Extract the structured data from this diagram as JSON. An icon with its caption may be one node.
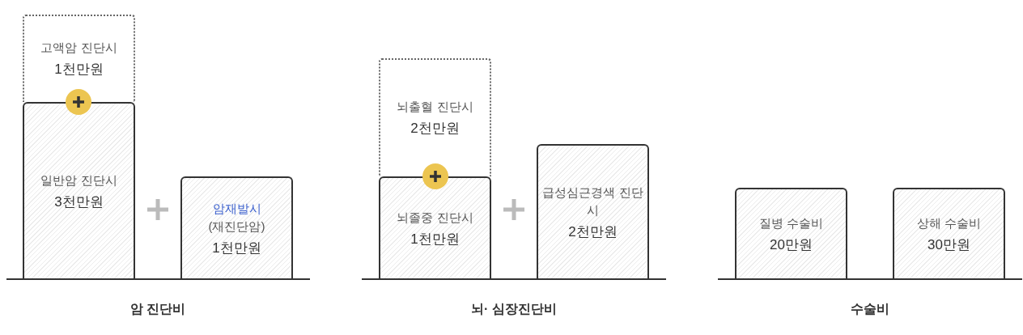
{
  "diagram": {
    "nodes": [
      {
        "text": [
          "고액암 진단시",
          "1천만원"
        ]
      },
      {
        "text": [
          "일반암 진단시",
          "3천만원"
        ]
      },
      {
        "text": [
          "암재발시",
          "(재진단암)",
          "1천만원"
        ]
      },
      {
        "text": [
          "뇌출혈 진단시",
          "2천만원"
        ]
      },
      {
        "text": [
          "뇌졸중 진단시",
          "1천만원"
        ]
      },
      {
        "text": [
          "급성심근경색 진단시",
          "2천만원"
        ]
      },
      {
        "text": [
          "질병 수술비",
          "20만원"
        ]
      },
      {
        "text": [
          "상해 수술비",
          "30만원"
        ]
      }
    ],
    "edges": [],
    "labels": [
      "암 진단비",
      "뇌· 심장진단비",
      "수술비"
    ]
  }
}
